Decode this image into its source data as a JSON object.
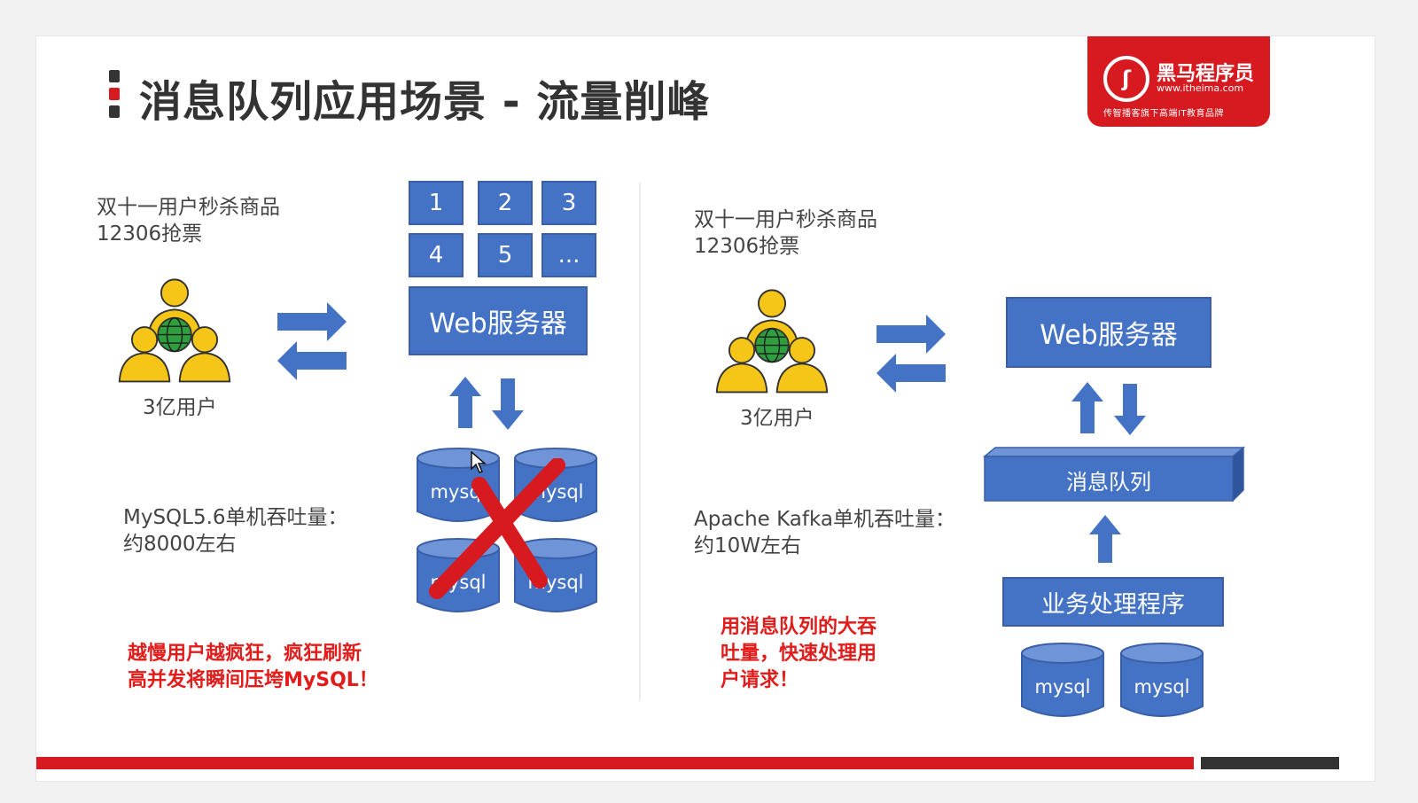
{
  "slide": {
    "title": "消息队列应用场景 - 流量削峰",
    "logo": {
      "icon_glyph": "ʃ",
      "name": "黑马程序员",
      "url": "www.itheima.com",
      "slogan": "传智播客旗下高端IT教育品牌"
    }
  },
  "left": {
    "scenario_line1": "双十一用户秒杀商品",
    "scenario_line2": "12306抢票",
    "users_label": "3亿用户",
    "servers": [
      "1",
      "2",
      "3",
      "4",
      "5",
      "..."
    ],
    "web_server": "Web服务器",
    "throughput_line1": "MySQL5.6单机吞吐量：",
    "throughput_line2": "约8000左右",
    "databases": [
      "mysql",
      "mysql",
      "mysql",
      "mysql"
    ],
    "note_line1": "越慢用户越疯狂，疯狂刷新",
    "note_line2": "高并发将瞬间压垮MySQL！"
  },
  "right": {
    "scenario_line1": "双十一用户秒杀商品",
    "scenario_line2": "12306抢票",
    "users_label": "3亿用户",
    "web_server": "Web服务器",
    "queue": "消息队列",
    "throughput_line1": "Apache Kafka单机吞吐量：",
    "throughput_line2": "约10W左右",
    "processor": "业务处理程序",
    "databases": [
      "mysql",
      "mysql"
    ],
    "note_line1": "用消息队列的大吞",
    "note_line2": "吐量，快速处理用",
    "note_line3": "户请求！"
  },
  "colors": {
    "accent_red": "#d71920",
    "box_blue": "#4472c4",
    "note_red": "#e21b1b",
    "user_yellow": "#f5c518"
  }
}
